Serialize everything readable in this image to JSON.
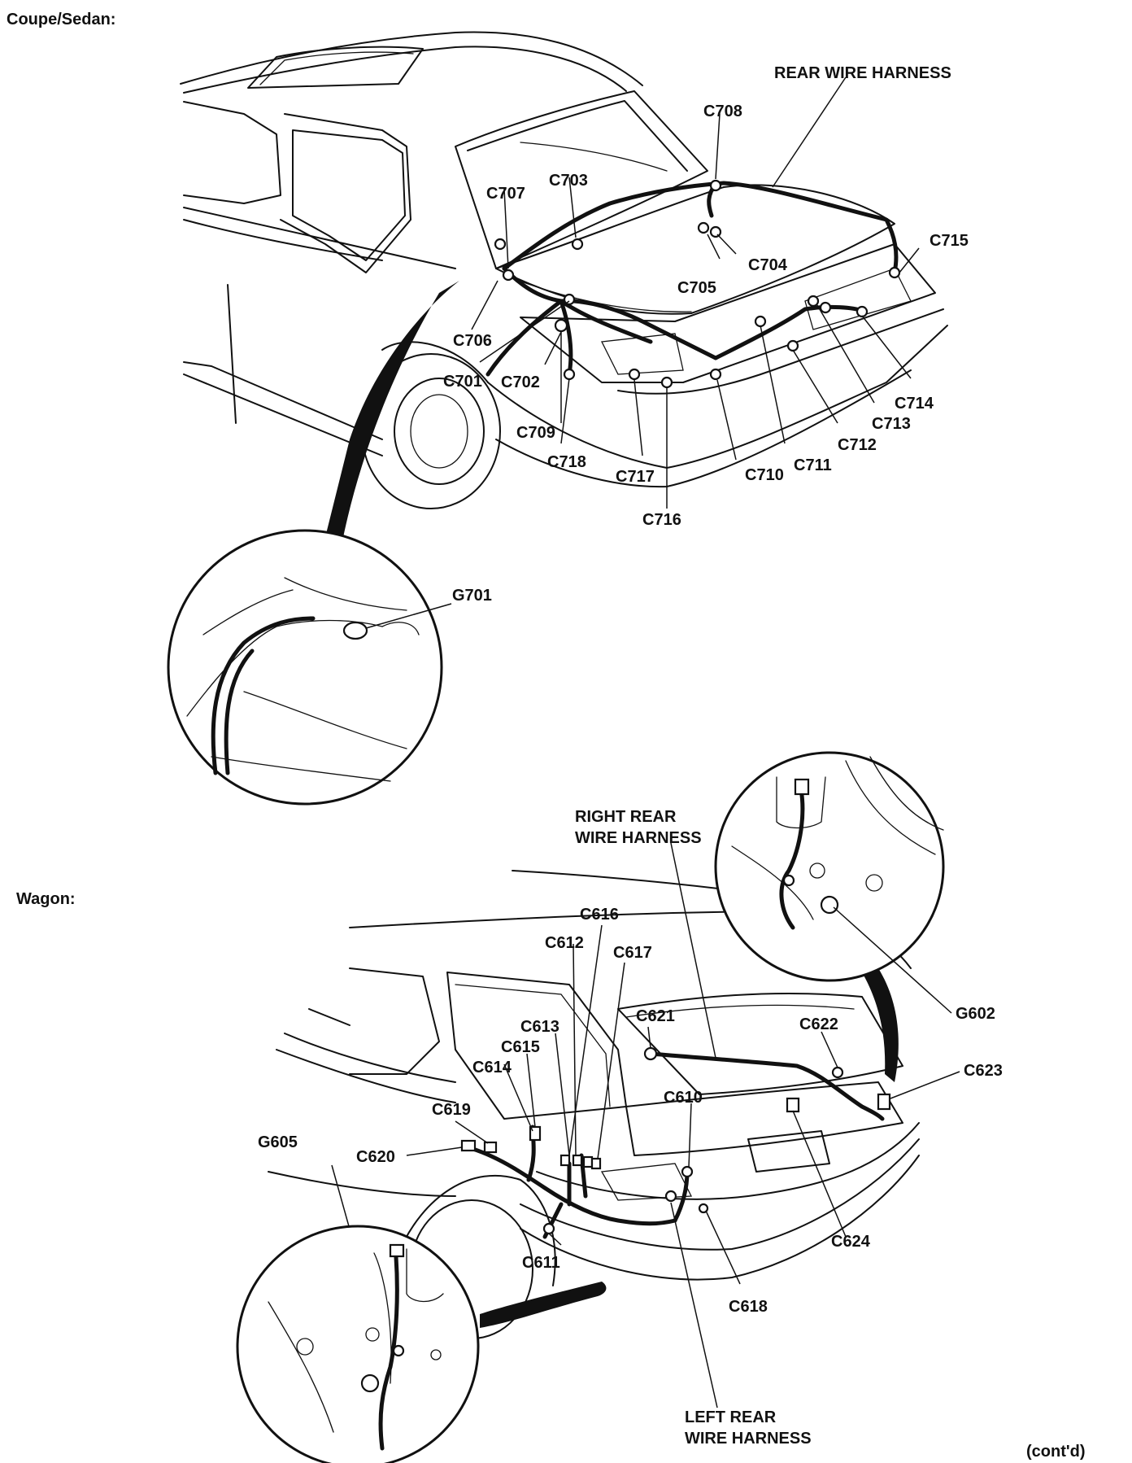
{
  "sections": {
    "sedan_title": "Coupe/Sedan:",
    "wagon_title": "Wagon:"
  },
  "sedan": {
    "harness_label": "REAR WIRE HARNESS",
    "ground_label": "G701",
    "connectors": [
      "C701",
      "C702",
      "C703",
      "C704",
      "C705",
      "C706",
      "C707",
      "C708",
      "C709",
      "C710",
      "C711",
      "C712",
      "C713",
      "C714",
      "C715",
      "C716",
      "C717",
      "C718"
    ]
  },
  "wagon": {
    "right_harness_label_1": "RIGHT REAR",
    "right_harness_label_2": "WIRE HARNESS",
    "left_harness_label_1": "LEFT REAR",
    "left_harness_label_2": "WIRE HARNESS",
    "ground_labels": [
      "G602",
      "G605"
    ],
    "connectors": [
      "C610",
      "C611",
      "C612",
      "C613",
      "C614",
      "C615",
      "C616",
      "C617",
      "C618",
      "C619",
      "C620",
      "C621",
      "C622",
      "C623",
      "C624"
    ]
  },
  "footer": {
    "contd": "(cont'd)"
  }
}
